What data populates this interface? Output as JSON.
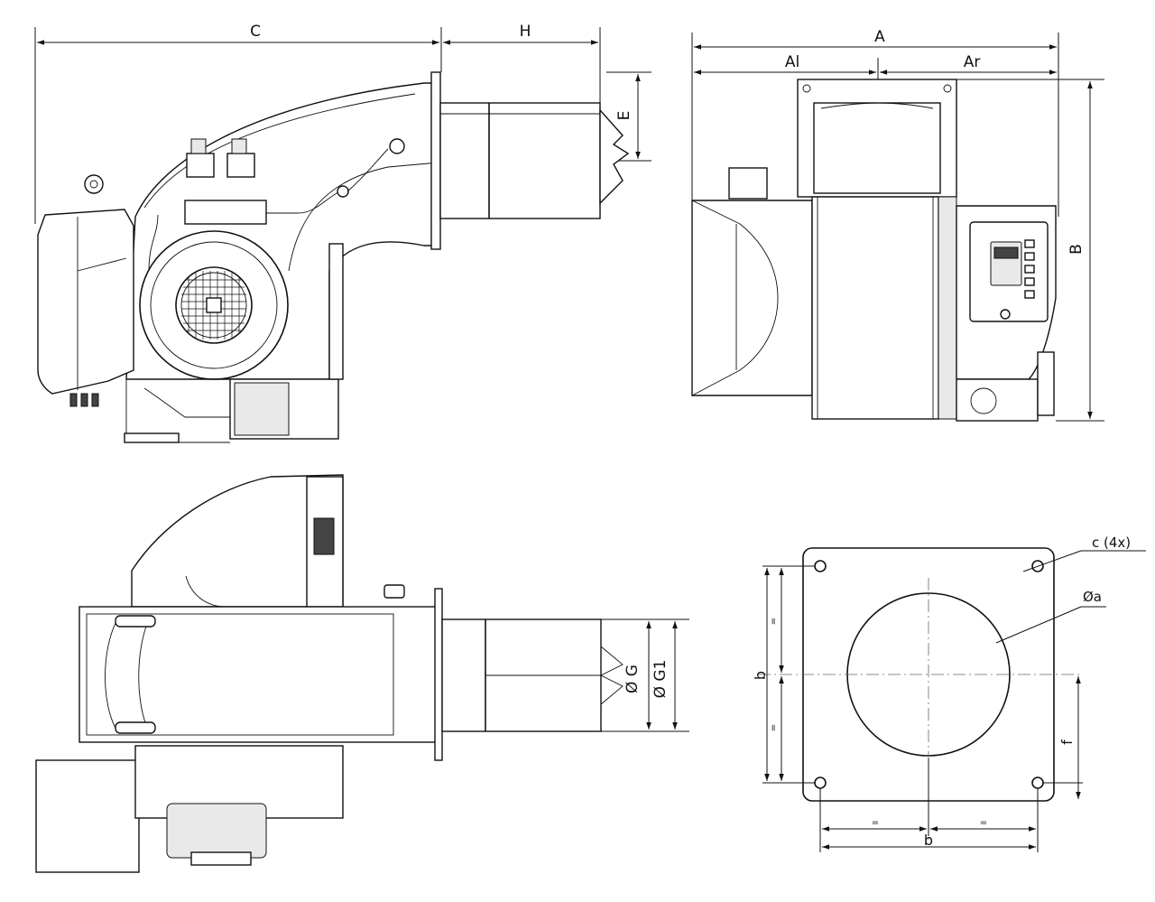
{
  "labels": {
    "C": "C",
    "H": "H",
    "E": "E",
    "A": "A",
    "Al": "Al",
    "Ar": "Ar",
    "B": "B",
    "G": "Ø G",
    "G1": "Ø G1",
    "c4x": "c (4x)",
    "a": "Øa",
    "b_vertical": "b",
    "b_horizontal": "b",
    "f": "f",
    "eq": "="
  }
}
